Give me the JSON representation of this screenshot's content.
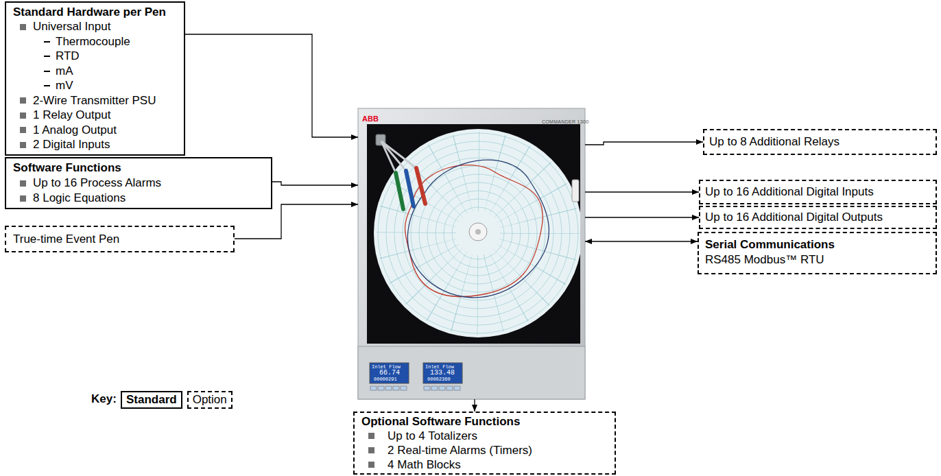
{
  "diagram": {
    "nodes": [
      {
        "text": [
          "Standard Hardware per Pen",
          "Universal Input",
          "Thermocouple",
          "RTD",
          "mA",
          "mV",
          "2-Wire Transmitter PSU",
          "1 Relay Output",
          "1 Analog Output",
          "2 Digital Inputs"
        ]
      },
      {
        "text": [
          "Software Functions",
          "Up to 16 Process Alarms",
          "8 Logic Equations"
        ]
      },
      {
        "text": [
          "True-time Event Pen"
        ]
      },
      {
        "text": [
          "ABB",
          "COMMANDER 1300"
        ]
      },
      {
        "text": [
          "Up to 8 Additional Relays"
        ]
      },
      {
        "text": [
          "Up to 16 Additional Digital Inputs"
        ]
      },
      {
        "text": [
          "Up to 16 Additional Digital Outputs"
        ]
      },
      {
        "text": [
          "Serial Communications",
          "RS485 Modbus™ RTU"
        ]
      },
      {
        "text": [
          "Optional Software Functions",
          "Up to 4 Totalizers",
          "2 Real-time Alarms (Timers)",
          "4 Math Blocks"
        ]
      }
    ],
    "edges": [
      {
        "from": 0,
        "to": 3,
        "arrow": "to"
      },
      {
        "from": 1,
        "to": 3,
        "arrow": "to"
      },
      {
        "from": 2,
        "to": 3,
        "arrow": "to"
      },
      {
        "from": 3,
        "to": 4,
        "arrow": "to"
      },
      {
        "from": 3,
        "to": 5,
        "arrow": "to"
      },
      {
        "from": 3,
        "to": 6,
        "arrow": "to"
      },
      {
        "from": 7,
        "to": 3,
        "arrow": "both"
      },
      {
        "from": 3,
        "to": 8,
        "arrow": "to"
      }
    ],
    "labels": [
      "Key:",
      "Inlet Flow",
      "66.74",
      "00000291",
      "Inlet Flow",
      "133.48",
      "00002360"
    ],
    "legend": [
      {
        "text": "Standard"
      },
      {
        "text": "Option"
      }
    ]
  }
}
